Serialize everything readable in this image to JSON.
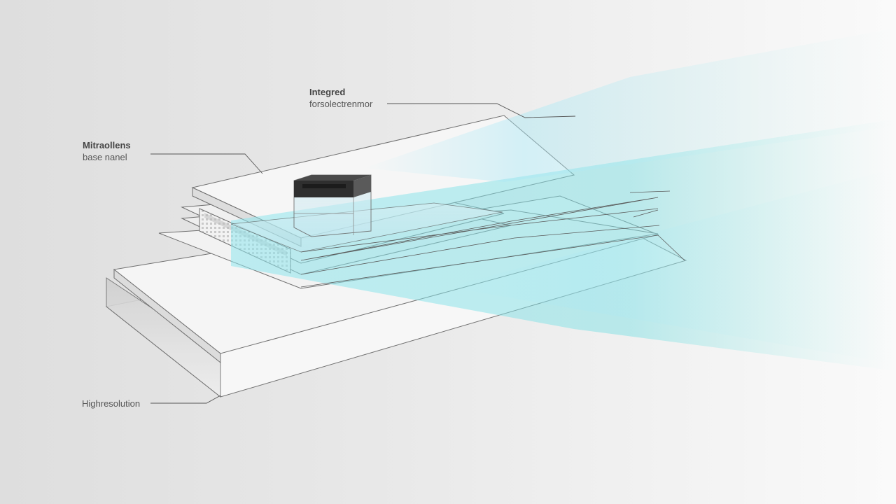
{
  "labels": {
    "sensor": {
      "title": "Integred",
      "subtitle": "forsolectrenmor"
    },
    "microlens": {
      "title": "Mitraollens",
      "subtitle": "base nanel"
    },
    "bottom": {
      "title": "Highresolution"
    }
  },
  "colors": {
    "background": "#e4e4e4",
    "beam": "#7fe0e8",
    "panel_stroke": "#6f6f6f",
    "panel_fill": "#f4f4f4",
    "sensor_body": "#3a3a3a",
    "label_text": "#555555"
  }
}
